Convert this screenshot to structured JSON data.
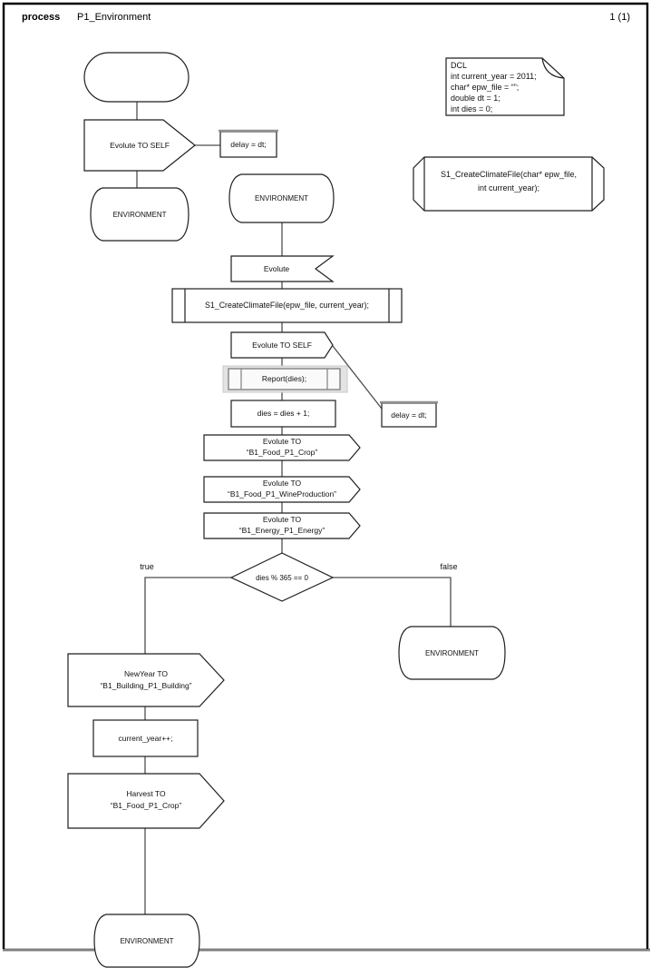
{
  "header": {
    "kind": "process",
    "name": "P1_Environment",
    "page": "1 (1)"
  },
  "declarations": {
    "lines": [
      "DCL",
      "int current_year = 2011;",
      "char* epw_file = “”;",
      "double dt = 1;",
      "int dies = 0;"
    ]
  },
  "procedure_declaration": {
    "line1": "S1_CreateClimateFile(char* epw_file,",
    "line2": "int current_year);"
  },
  "nodes": {
    "output_evolute_self_1": {
      "label": "Evolute TO SELF"
    },
    "delay_1": {
      "label": "delay = dt;"
    },
    "state_env_top_left": {
      "label": "ENVIRONMENT"
    },
    "state_env_center": {
      "label": "ENVIRONMENT"
    },
    "input_evolute": {
      "label": "Evolute"
    },
    "call_create_climate": {
      "label": "S1_CreateClimateFile(epw_file, current_year);"
    },
    "output_evolute_self_2": {
      "label": "Evolute TO SELF"
    },
    "delay_2": {
      "label": "delay = dt;"
    },
    "call_report": {
      "label": "Report(dies);"
    },
    "task_dies": {
      "label": "dies = dies + 1;"
    },
    "output_food_crop": {
      "line1": "Evolute TO",
      "line2": "“B1_Food_P1_Crop”"
    },
    "output_wine": {
      "line1": "Evolute TO",
      "line2": "“B1_Food_P1_WineProduction”"
    },
    "output_energy": {
      "line1": "Evolute TO",
      "line2": "“B1_Energy_P1_Energy”"
    },
    "decision_dies": {
      "label": "dies % 365 == 0"
    },
    "branch_true": {
      "label": "true"
    },
    "branch_false": {
      "label": "false"
    },
    "state_env_false": {
      "label": "ENVIRONMENT"
    },
    "output_newyear": {
      "line1": "NewYear TO",
      "line2": "“B1_Building_P1_Building”"
    },
    "task_current_year": {
      "label": "current_year++;"
    },
    "output_harvest": {
      "line1": "Harvest TO",
      "line2": "“B1_Food_P1_Crop”"
    },
    "state_env_bottom": {
      "label": "ENVIRONMENT"
    }
  }
}
